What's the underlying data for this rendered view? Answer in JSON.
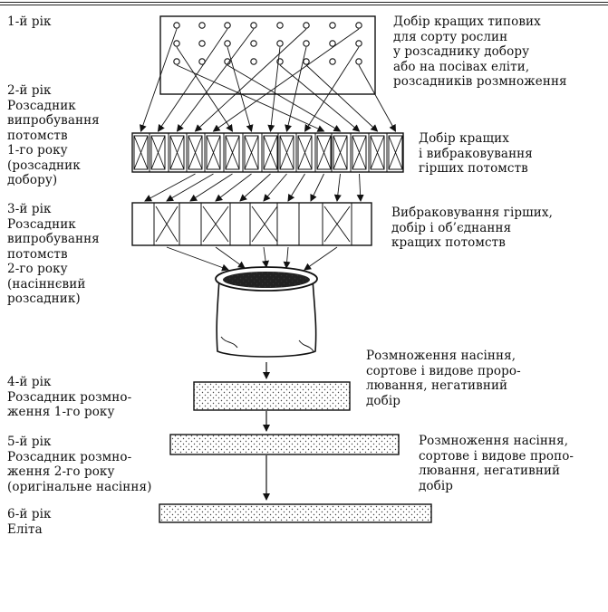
{
  "labels": {
    "year1": "1-й рік",
    "year2": "2-й рік\nРозсадник\nвипробування\nпотомств\n1-го року\n(розсадник\nдобору)",
    "year3": "3-й рік\nРозсадник\nвипробування\nпотомств\n2-го року\n(насіннєвий\nрозсадник)",
    "year4": "4-й рік\nРозсадник розмно-\nження 1-го року",
    "year5": "5-й рік\nРозсадник розмно-\nження 2-го року\n(оригінальне насіння)",
    "year6": "6-й рік\nЕліта"
  },
  "notes": {
    "selection": "Добір кращих типових\nдля сорту рослин\nу розсаднику добору\nабо на посівах еліти,\nрозсадників розмноження",
    "culling1": "Добір кращих\nі вибраковування\nгірших потомств",
    "culling2": "Вибраковування гірших,\nдобір і об’єднання\nкращих потомств",
    "propagation1": "Розмноження насіння,\nсортове і видове прopo-\nлювання, негативний\nдобір",
    "propagation2": "Розмноження насіння,\nсортове і видове пропо-\nлювання, негативний\nдобір"
  }
}
